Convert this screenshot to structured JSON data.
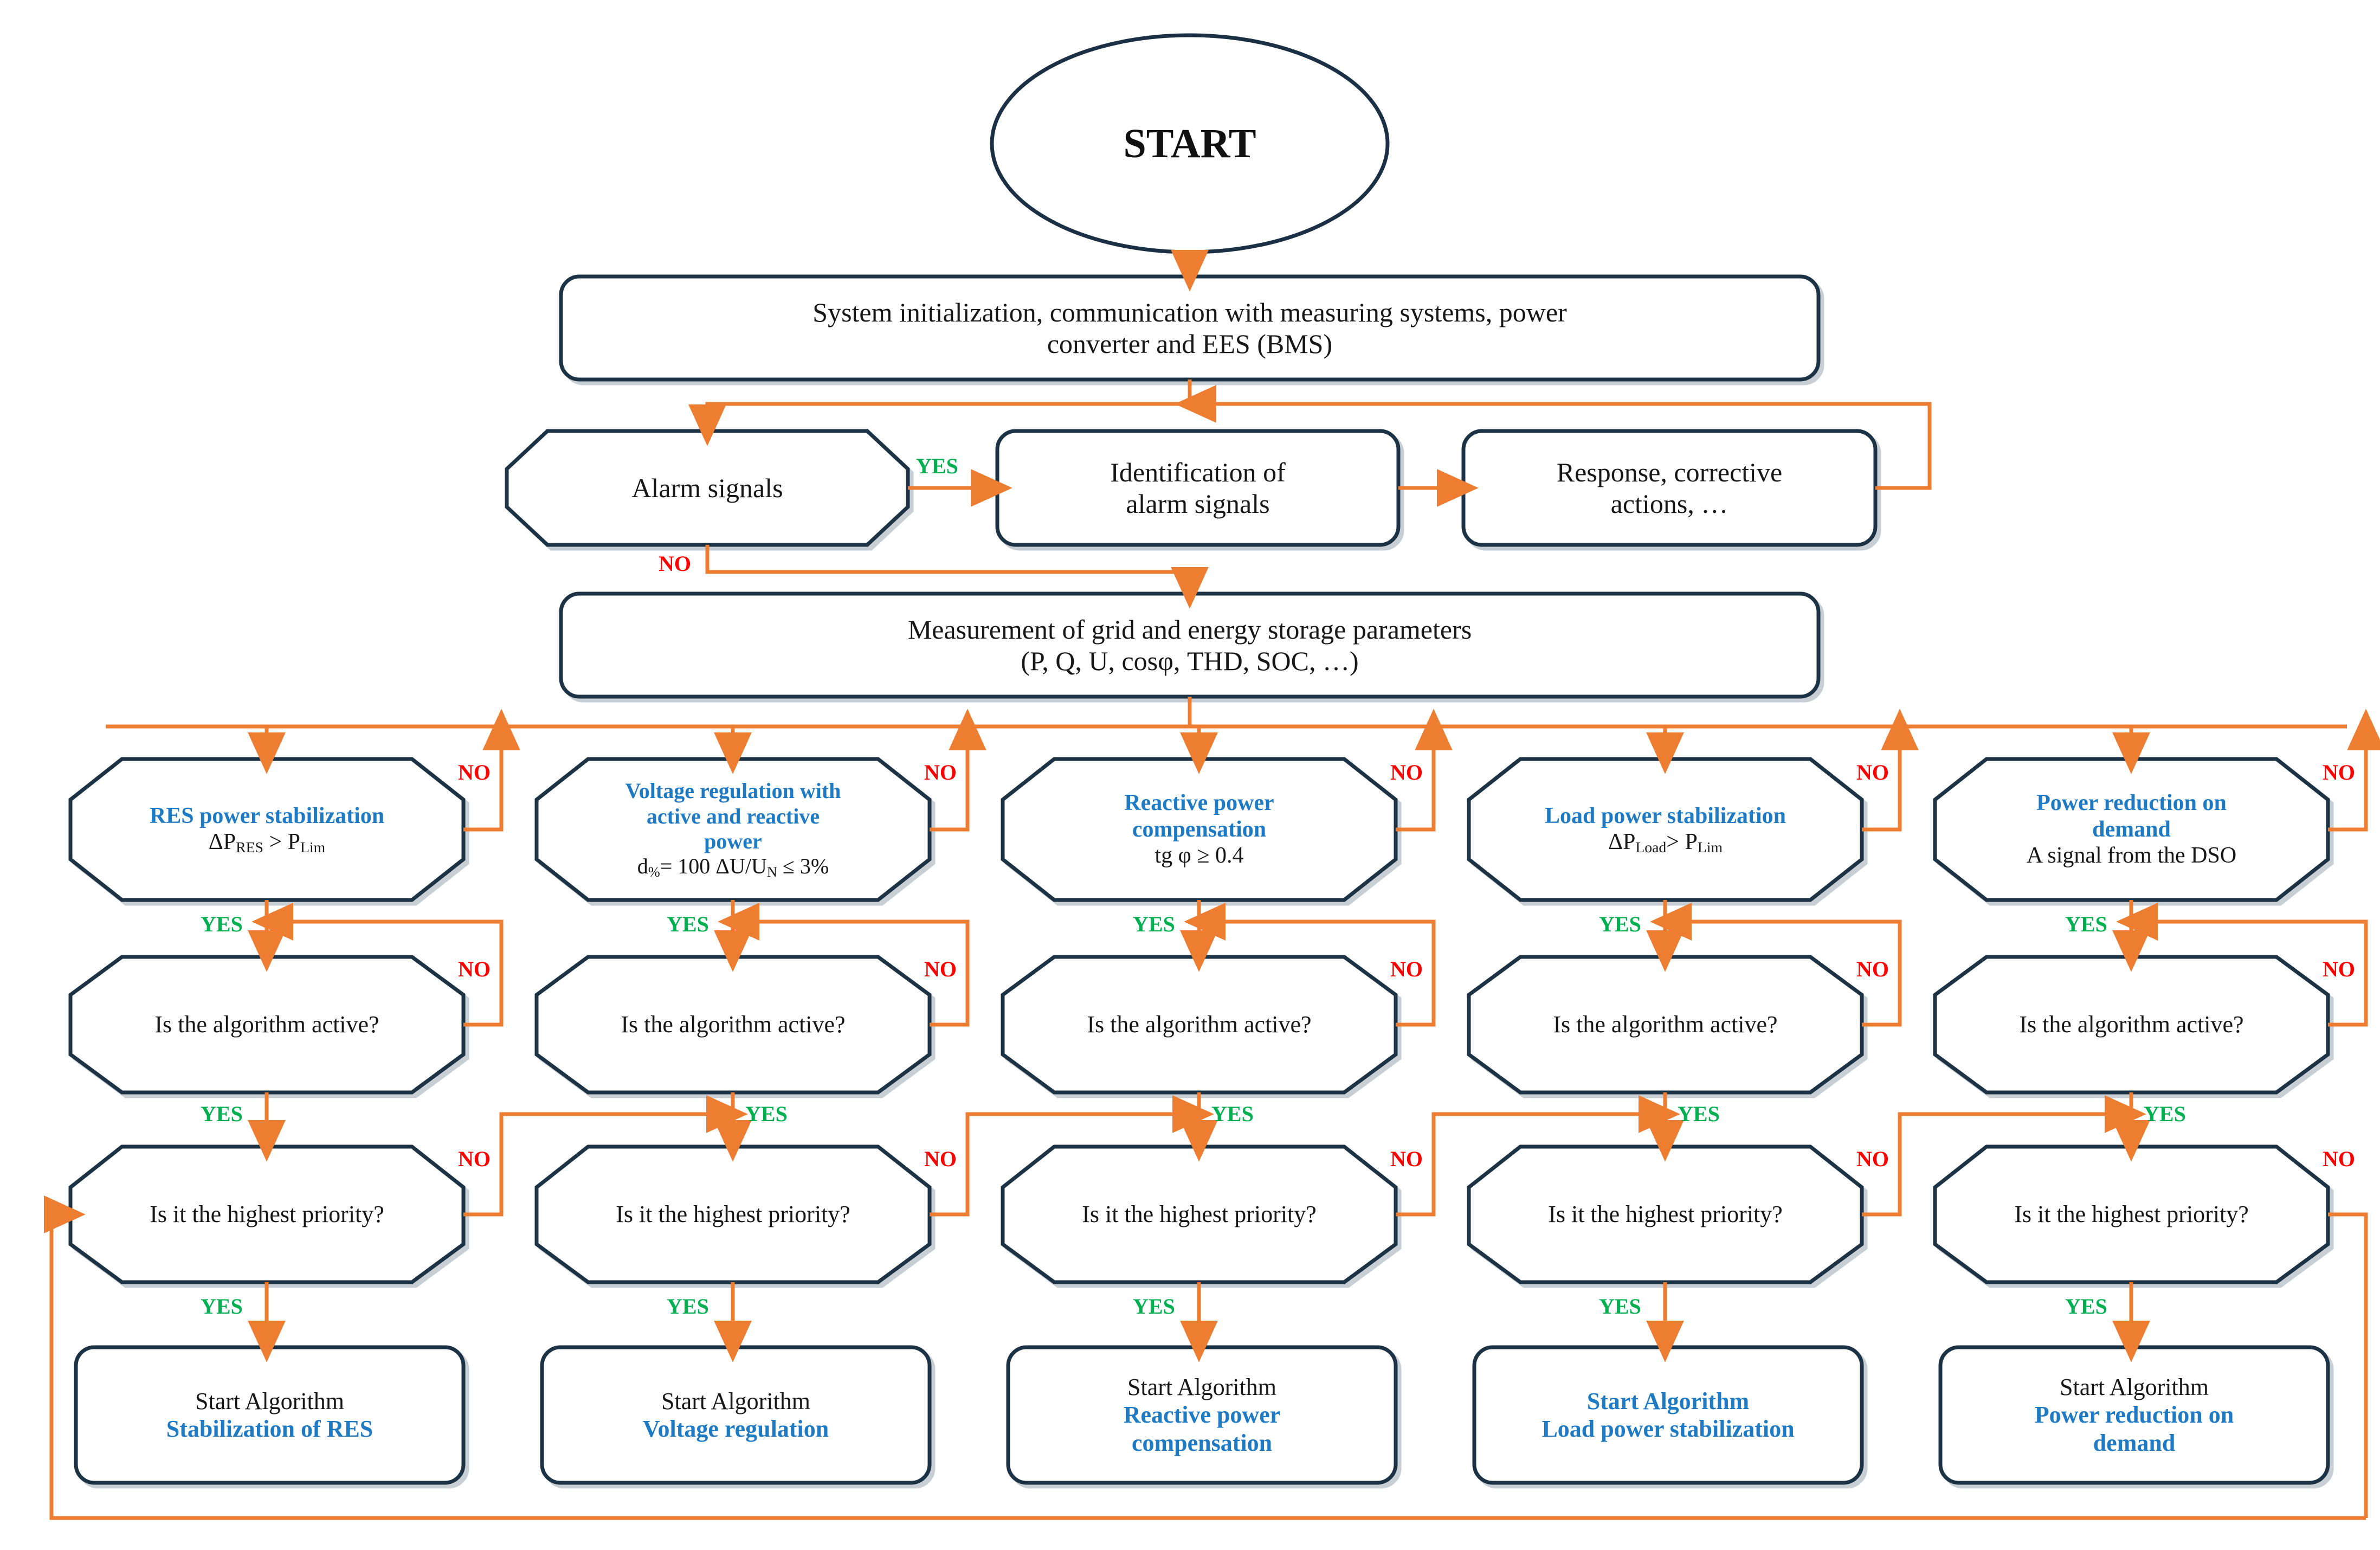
{
  "diagram": {
    "title": "Energy management algorithm selection flowchart",
    "colors": {
      "shape_stroke": "#1b3044",
      "connector": "#ED7D31",
      "yes_label": "#00B050",
      "no_label": "#FF0000",
      "highlight_text": "#1F7AC4",
      "plain_text": "#171717",
      "background": "#FFFFFF"
    },
    "labels": {
      "yes": "YES",
      "no": "NO"
    }
  },
  "nodes": {
    "start": {
      "shape": "ellipse",
      "text": "START"
    },
    "init": {
      "shape": "rounded-rect",
      "lines": [
        "System initialization, communication with measuring systems, power",
        "converter and EES (BMS)"
      ]
    },
    "alarm_signals": {
      "shape": "octagon",
      "lines": [
        "Alarm signals"
      ]
    },
    "identification": {
      "shape": "rounded-rect",
      "lines": [
        "Identification of",
        "alarm signals"
      ]
    },
    "response": {
      "shape": "rounded-rect",
      "lines": [
        "Response,  corrective",
        "actions, …"
      ]
    },
    "measurement": {
      "shape": "rounded-rect",
      "lines": [
        "Measurement of grid and energy storage parameters",
        "(P, Q, U, cosφ, THD, SOC, …)"
      ]
    }
  },
  "columns": [
    {
      "id": "res",
      "condition": {
        "shape": "octagon",
        "blue_lines": [
          "RES power stabilization"
        ],
        "black_lines": [
          "ΔP<sub>RES</sub> > P<sub>Lim</sub>"
        ]
      },
      "active": {
        "shape": "octagon",
        "black_lines": [
          "Is the algorithm active?"
        ]
      },
      "priority": {
        "shape": "octagon",
        "black_lines": [
          "Is it the highest priority?"
        ]
      },
      "action": {
        "shape": "rounded-rect",
        "black_lines": [
          "Start Algorithm"
        ],
        "blue_lines": [
          "Stabilization of RES"
        ]
      }
    },
    {
      "id": "voltage",
      "condition": {
        "shape": "octagon",
        "blue_lines": [
          "Voltage regulation with",
          "active and reactive",
          "power"
        ],
        "black_lines": [
          "d<sub>%</sub>= 100 ΔU/U<sub>N</sub> ≤ 3%"
        ]
      },
      "active": {
        "shape": "octagon",
        "black_lines": [
          "Is the algorithm active?"
        ]
      },
      "priority": {
        "shape": "octagon",
        "black_lines": [
          "Is it the highest priority?"
        ]
      },
      "action": {
        "shape": "rounded-rect",
        "black_lines": [
          "Start Algorithm"
        ],
        "blue_lines": [
          "Voltage regulation"
        ]
      }
    },
    {
      "id": "reactive",
      "condition": {
        "shape": "octagon",
        "blue_lines": [
          "Reactive power",
          "compensation"
        ],
        "black_lines": [
          "tg φ ≥ 0.4"
        ]
      },
      "active": {
        "shape": "octagon",
        "black_lines": [
          "Is the algorithm active?"
        ]
      },
      "priority": {
        "shape": "octagon",
        "black_lines": [
          "Is it the highest priority?"
        ]
      },
      "action": {
        "shape": "rounded-rect",
        "black_lines": [
          "Start Algorithm"
        ],
        "blue_lines": [
          "Reactive power",
          "compensation"
        ]
      }
    },
    {
      "id": "load",
      "condition": {
        "shape": "octagon",
        "blue_lines": [
          "Load power stabilization"
        ],
        "black_lines": [
          "ΔP<sub>Load</sub>> P<sub>Lim</sub>"
        ]
      },
      "active": {
        "shape": "octagon",
        "black_lines": [
          "Is the algorithm active?"
        ]
      },
      "priority": {
        "shape": "octagon",
        "black_lines": [
          "Is it the highest priority?"
        ]
      },
      "action": {
        "shape": "rounded-rect",
        "blue_lines": [
          "Start Algorithm",
          "Load power stabilization"
        ]
      }
    },
    {
      "id": "reduction",
      "condition": {
        "shape": "octagon",
        "blue_lines": [
          "Power reduction on",
          "demand"
        ],
        "black_lines": [
          "A signal from the DSO"
        ]
      },
      "active": {
        "shape": "octagon",
        "black_lines": [
          "Is the algorithm active?"
        ]
      },
      "priority": {
        "shape": "octagon",
        "black_lines": [
          "Is it the highest priority?"
        ]
      },
      "action": {
        "shape": "rounded-rect",
        "black_lines": [
          "Start Algorithm"
        ],
        "blue_lines": [
          "Power reduction on",
          "demand"
        ]
      }
    }
  ],
  "edge_labels": {
    "alarm_yes": "YES",
    "alarm_no": "NO",
    "condition_no": [
      "NO",
      "NO",
      "NO",
      "NO",
      "NO"
    ],
    "condition_yes": [
      "YES",
      "YES",
      "YES",
      "YES",
      "YES"
    ],
    "active_no": [
      "NO",
      "NO",
      "NO",
      "NO",
      "NO"
    ],
    "active_yes": [
      "YES",
      "YES",
      "YES",
      "YES",
      "YES"
    ],
    "priority_no": [
      "NO",
      "NO",
      "NO",
      "NO",
      "NO"
    ],
    "priority_yes": [
      "YES",
      "YES",
      "YES",
      "YES",
      "YES"
    ]
  }
}
